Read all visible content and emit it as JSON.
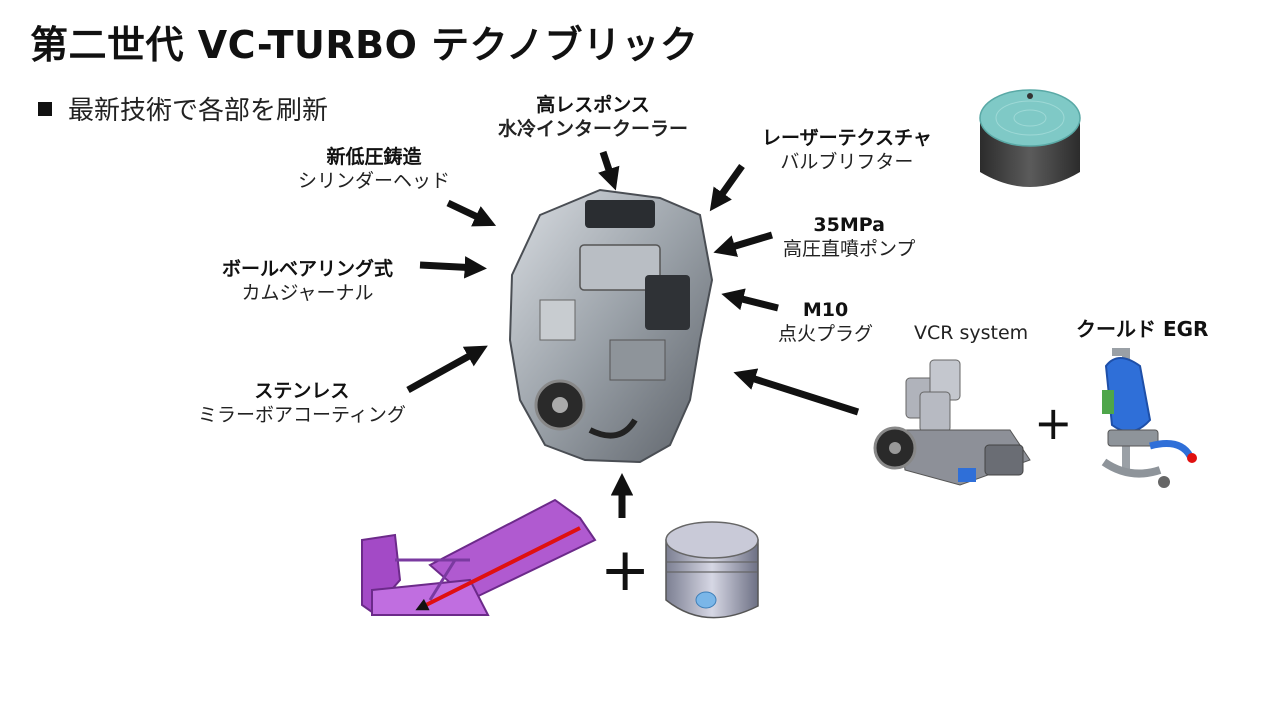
{
  "title": "第二世代 VC-TURBO  テクノブリック",
  "subtitle": "最新技術で各部を刷新",
  "features": {
    "intercooler": {
      "lead": "高レスポンス",
      "desc": "水冷インタークーラー"
    },
    "valve_lifter": {
      "lead": "レーザーテクスチャ",
      "desc": "バルブリフター"
    },
    "cylinder_head": {
      "lead": "新低圧鋳造",
      "desc": "シリンダーヘッド"
    },
    "injection_pump": {
      "lead": "35MPa",
      "desc": "高圧直噴ポンプ"
    },
    "camshaft": {
      "lead": "ボールベアリング式",
      "desc": "カムジャーナル"
    },
    "spark_plug": {
      "lead": "M10",
      "desc": "点火プラグ"
    },
    "stainless": {
      "lead": "ステンレス",
      "desc": "ミラーボアコーティング"
    }
  },
  "vcr_label": "VCR system",
  "egr_label": "クールド EGR",
  "plus_sign": "+",
  "colors": {
    "arrow": "#111111",
    "lifter_top": "#7fc9c6",
    "lifter_body": "#3c3c3c",
    "manifold": "#b05ad0",
    "egr_blue": "#2f6fd8",
    "red_line": "#e01010"
  }
}
